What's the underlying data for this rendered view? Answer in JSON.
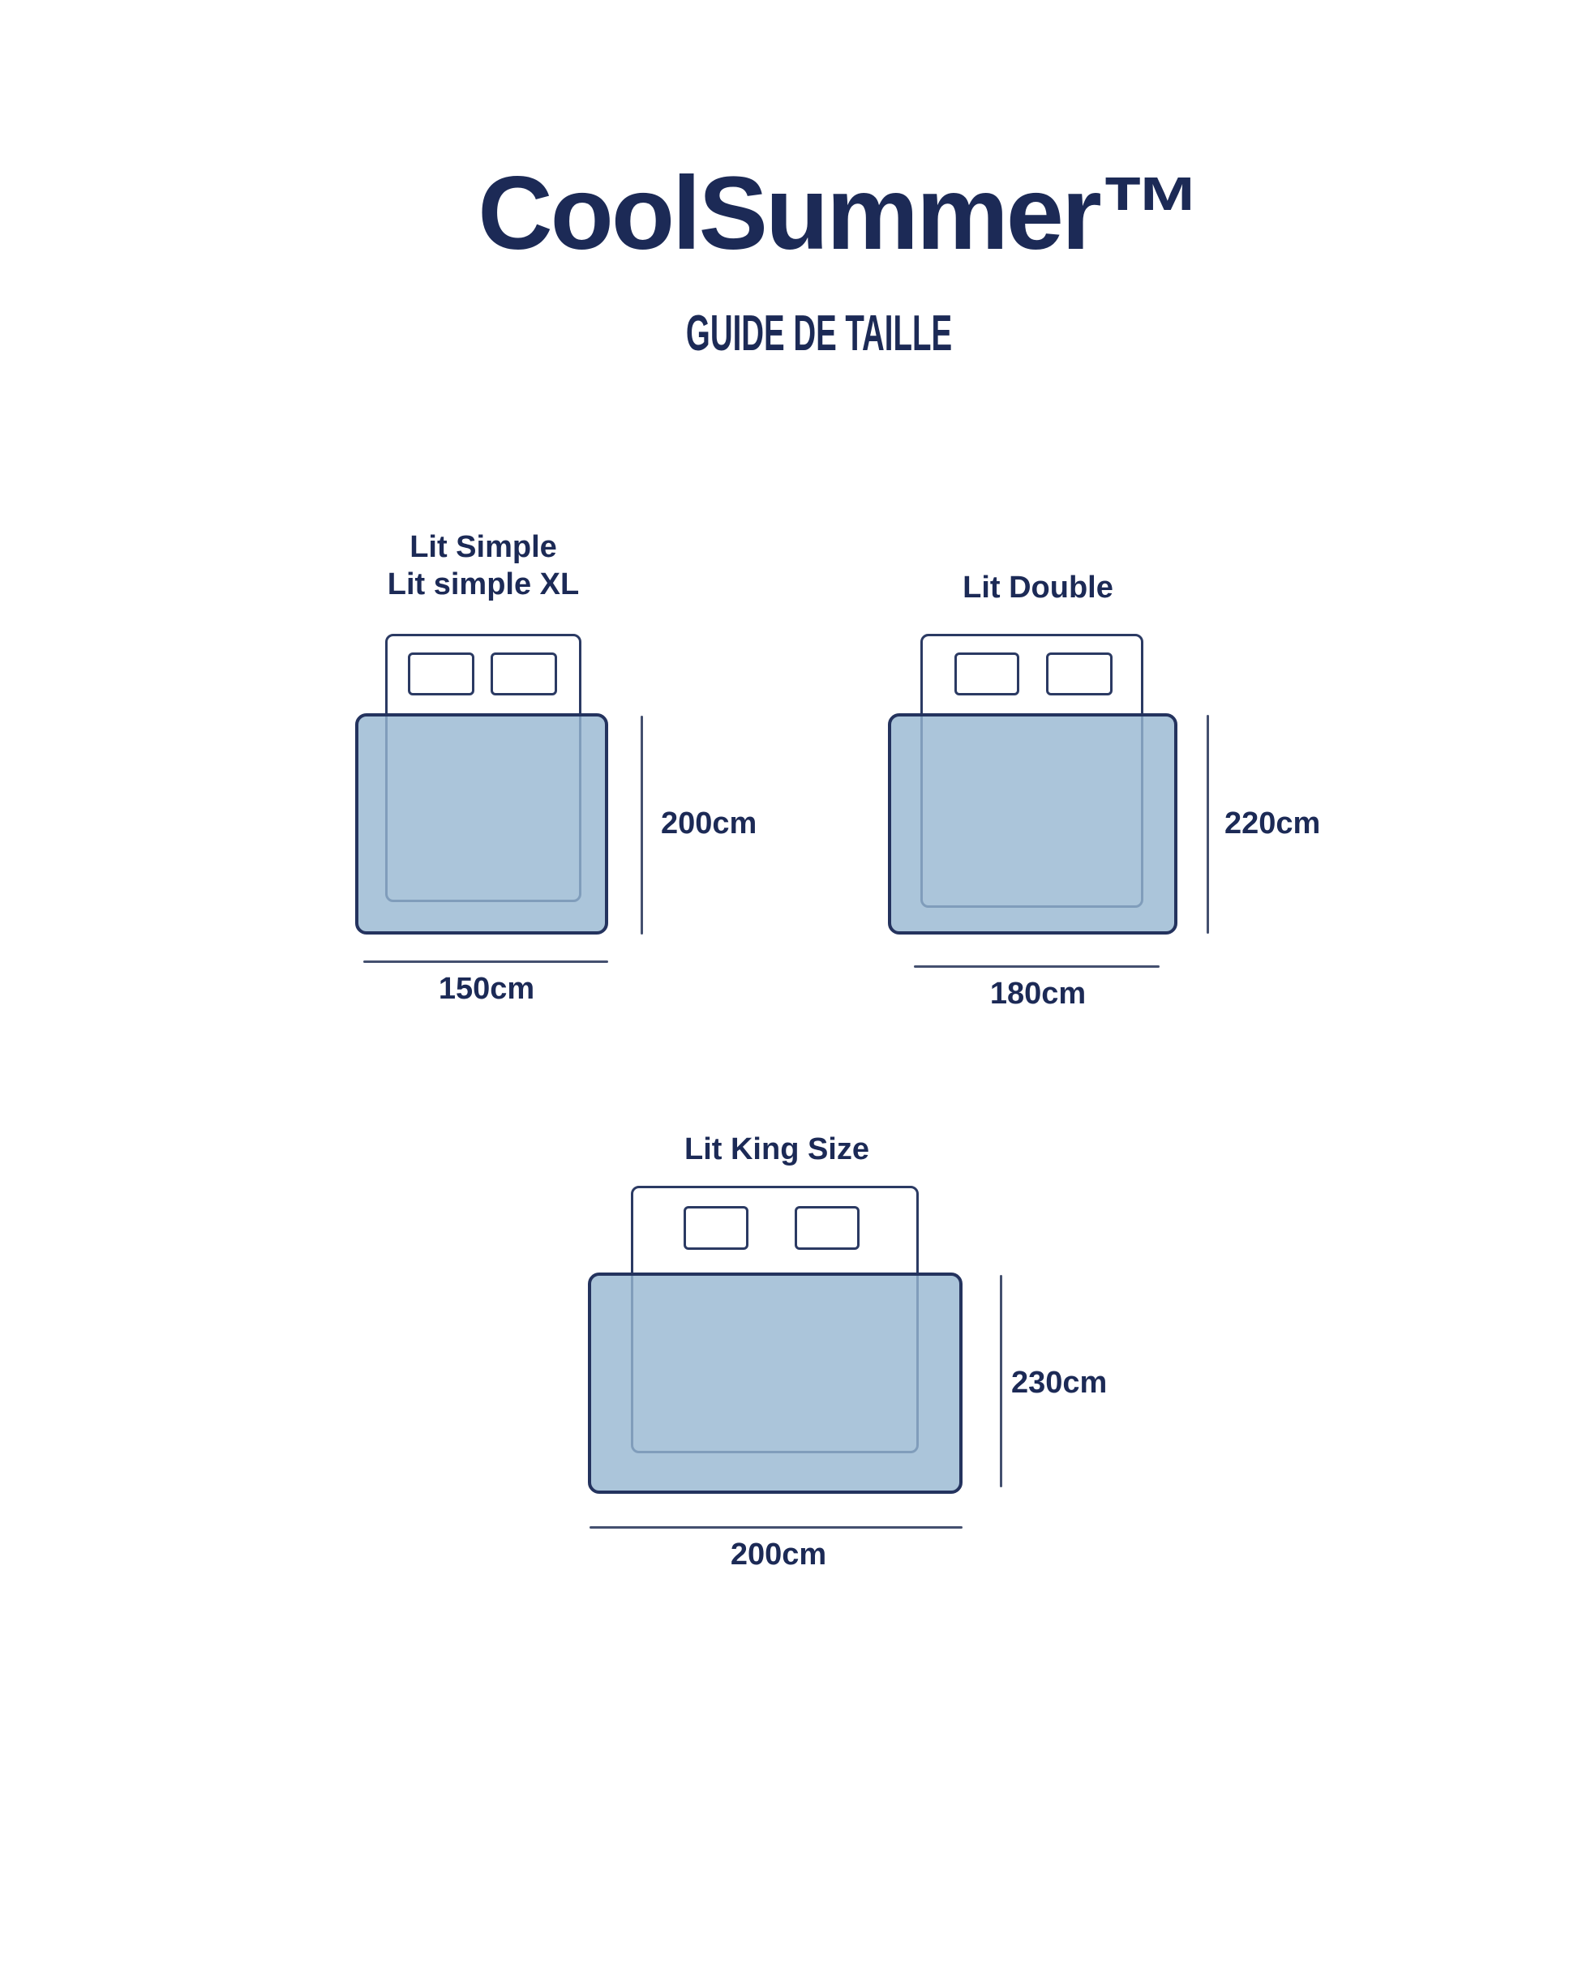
{
  "header": {
    "title": "CoolSummer™",
    "subtitle": "GUIDE DE TAILLE"
  },
  "colors": {
    "navy_text": "#1c2a56",
    "bed_border": "#2b3a63",
    "blanket_border": "#24335e",
    "blanket_fill": "rgba(150,183,209,0.8)",
    "dimension_line": "#44506f",
    "background": "#ffffff"
  },
  "diagrams": [
    {
      "id": "lit-simple",
      "label_lines": [
        "Lit Simple",
        "Lit simple XL"
      ],
      "height": "200cm",
      "width": "150cm"
    },
    {
      "id": "lit-double",
      "label_lines": [
        "Lit Double"
      ],
      "height": "220cm",
      "width": "180cm"
    },
    {
      "id": "lit-king-size",
      "label_lines": [
        "Lit King Size"
      ],
      "height": "230cm",
      "width": "200cm"
    }
  ]
}
